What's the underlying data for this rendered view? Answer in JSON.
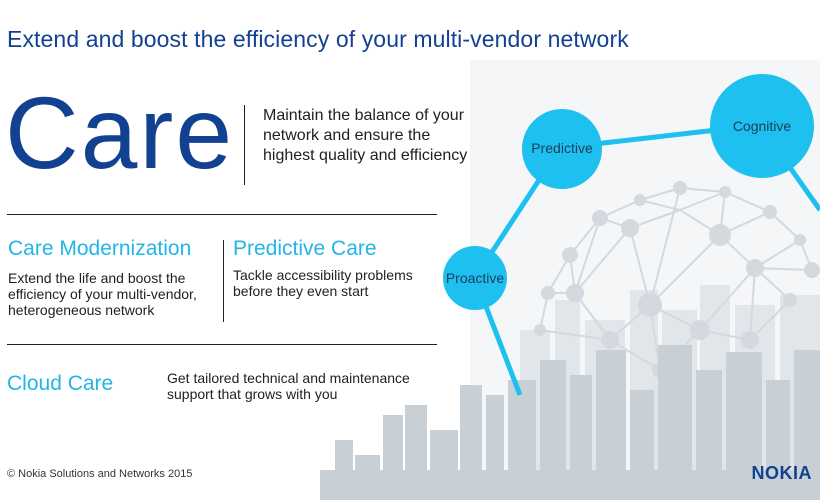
{
  "header": {
    "title": "Extend and boost the efficiency of your multi-vendor network"
  },
  "hero": {
    "word": "Care",
    "description": "Maintain the balance of your network and ensure the highest quality and efficiency"
  },
  "sections": [
    {
      "title": "Care Modernization",
      "text": "Extend the life and boost the efficiency of your multi-vendor, heterogeneous network"
    },
    {
      "title": "Predictive Care",
      "text": "Tackle accessibility problems before they even start"
    },
    {
      "title": "Cloud Care",
      "text": "Get tailored technical and maintenance support that grows with you"
    }
  ],
  "nodes": [
    "Predictive",
    "Cognitive",
    "Proactive"
  ],
  "footer": {
    "copyright": "© Nokia Solutions and Networks 2015",
    "logo": "NOKIA"
  },
  "colors": {
    "brand": "#124191",
    "accent": "#22b5e6",
    "node": "#1ec0f0",
    "city": "#c8d0d5"
  }
}
